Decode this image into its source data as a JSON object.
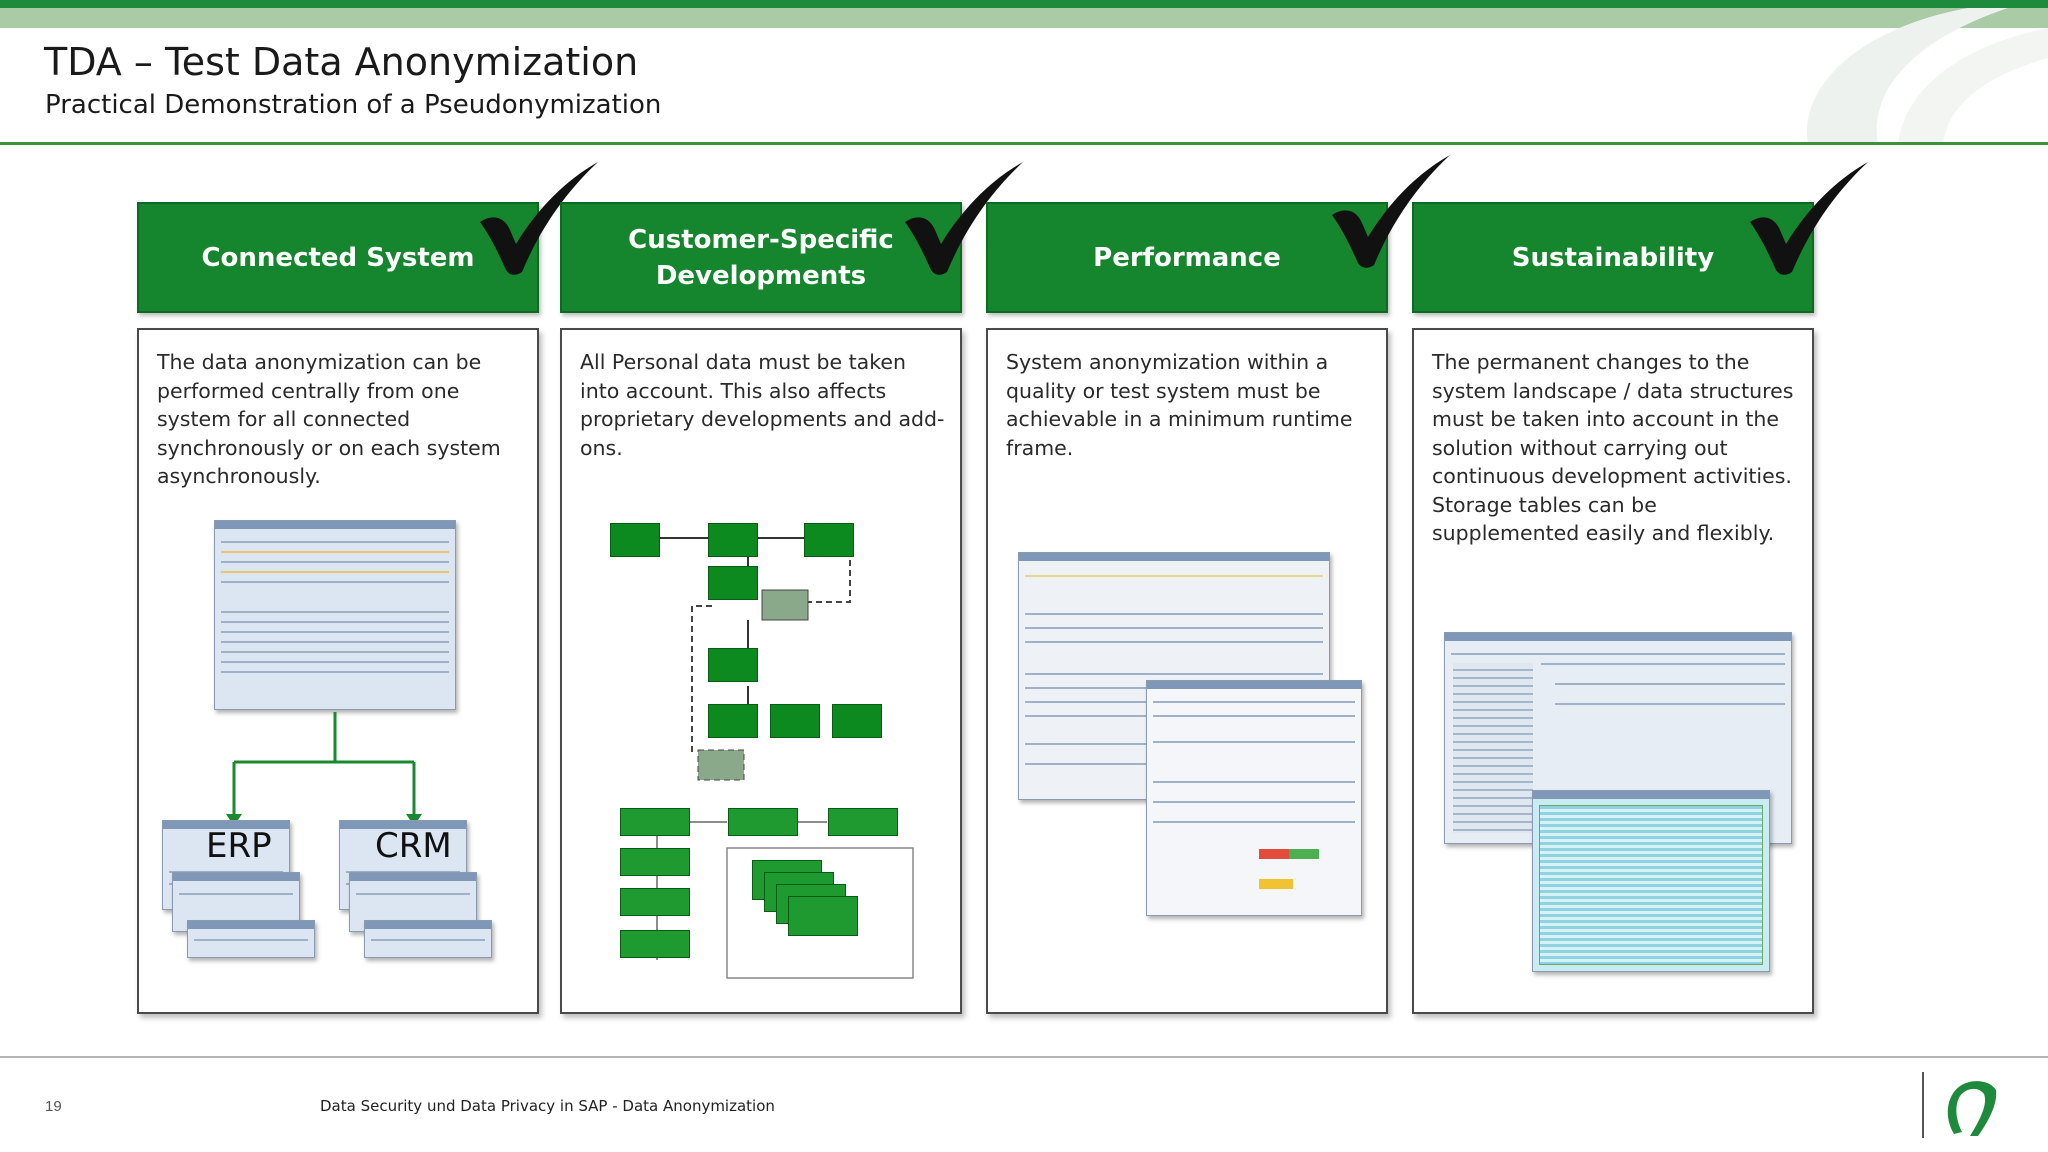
{
  "header": {
    "title": "TDA – Test Data Anonymization",
    "subtitle": "Practical Demonstration of a Pseudonymization"
  },
  "columns": [
    {
      "heading": [
        "Connected System"
      ],
      "body": "The data anonymization can be performed centrally from one system for all connected synchronously or on each system asynchronously.",
      "checked": true,
      "labels": [
        "ERP",
        "CRM"
      ]
    },
    {
      "heading": [
        "Customer-Specific",
        "Developments"
      ],
      "body": "All Personal data must be taken into account. This also affects proprietary developments and add-ons.",
      "checked": true
    },
    {
      "heading": [
        "Performance"
      ],
      "body": "System anonymization within a quality or test system must be achievable in a minimum runtime frame.",
      "checked": true
    },
    {
      "heading": [
        "Sustainability"
      ],
      "body": "The permanent changes to the system landscape / data structures must be taken into account in the solution without carrying out continuous development activities. Storage tables can be supplemented easily and flexibly.",
      "checked": true
    }
  ],
  "footer": {
    "page_number": "19",
    "text": "Data Security und Data Privacy in SAP  - Data Anonymization"
  },
  "colors": {
    "brand_green": "#15852e",
    "top_bar_light": "#a9cba6",
    "checkmark": "#111111"
  },
  "icons": [
    "checkmark-icon",
    "natuvion-logo-icon"
  ]
}
